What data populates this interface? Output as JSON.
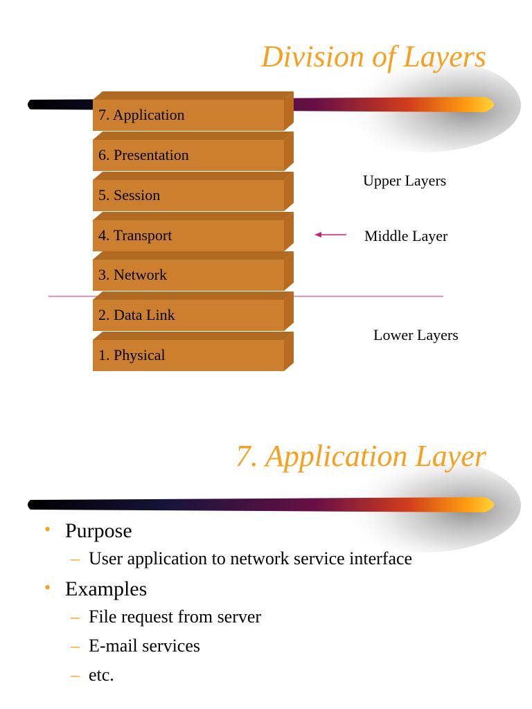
{
  "slide1": {
    "title": "Division of Layers",
    "layers": [
      {
        "label": "7. Application"
      },
      {
        "label": "6. Presentation"
      },
      {
        "label": "5. Session"
      },
      {
        "label": "4. Transport"
      },
      {
        "label": "3. Network"
      },
      {
        "label": "2. Data Link"
      },
      {
        "label": "1. Physical"
      }
    ],
    "upper_label": "Upper Layers",
    "middle_label": "Middle Layer",
    "lower_label": "Lower Layers"
  },
  "slide2": {
    "title": "7. Application Layer",
    "bullets": [
      {
        "text": "Purpose",
        "subs": [
          "User application to network service interface"
        ]
      },
      {
        "text": "Examples",
        "subs": [
          "File request from server",
          "E-mail services",
          "etc."
        ]
      }
    ]
  },
  "colors": {
    "title": "#f7a020",
    "layer_face": "#cd7f30",
    "divider": "#e0559a",
    "arrow": "#cc1f7a"
  }
}
